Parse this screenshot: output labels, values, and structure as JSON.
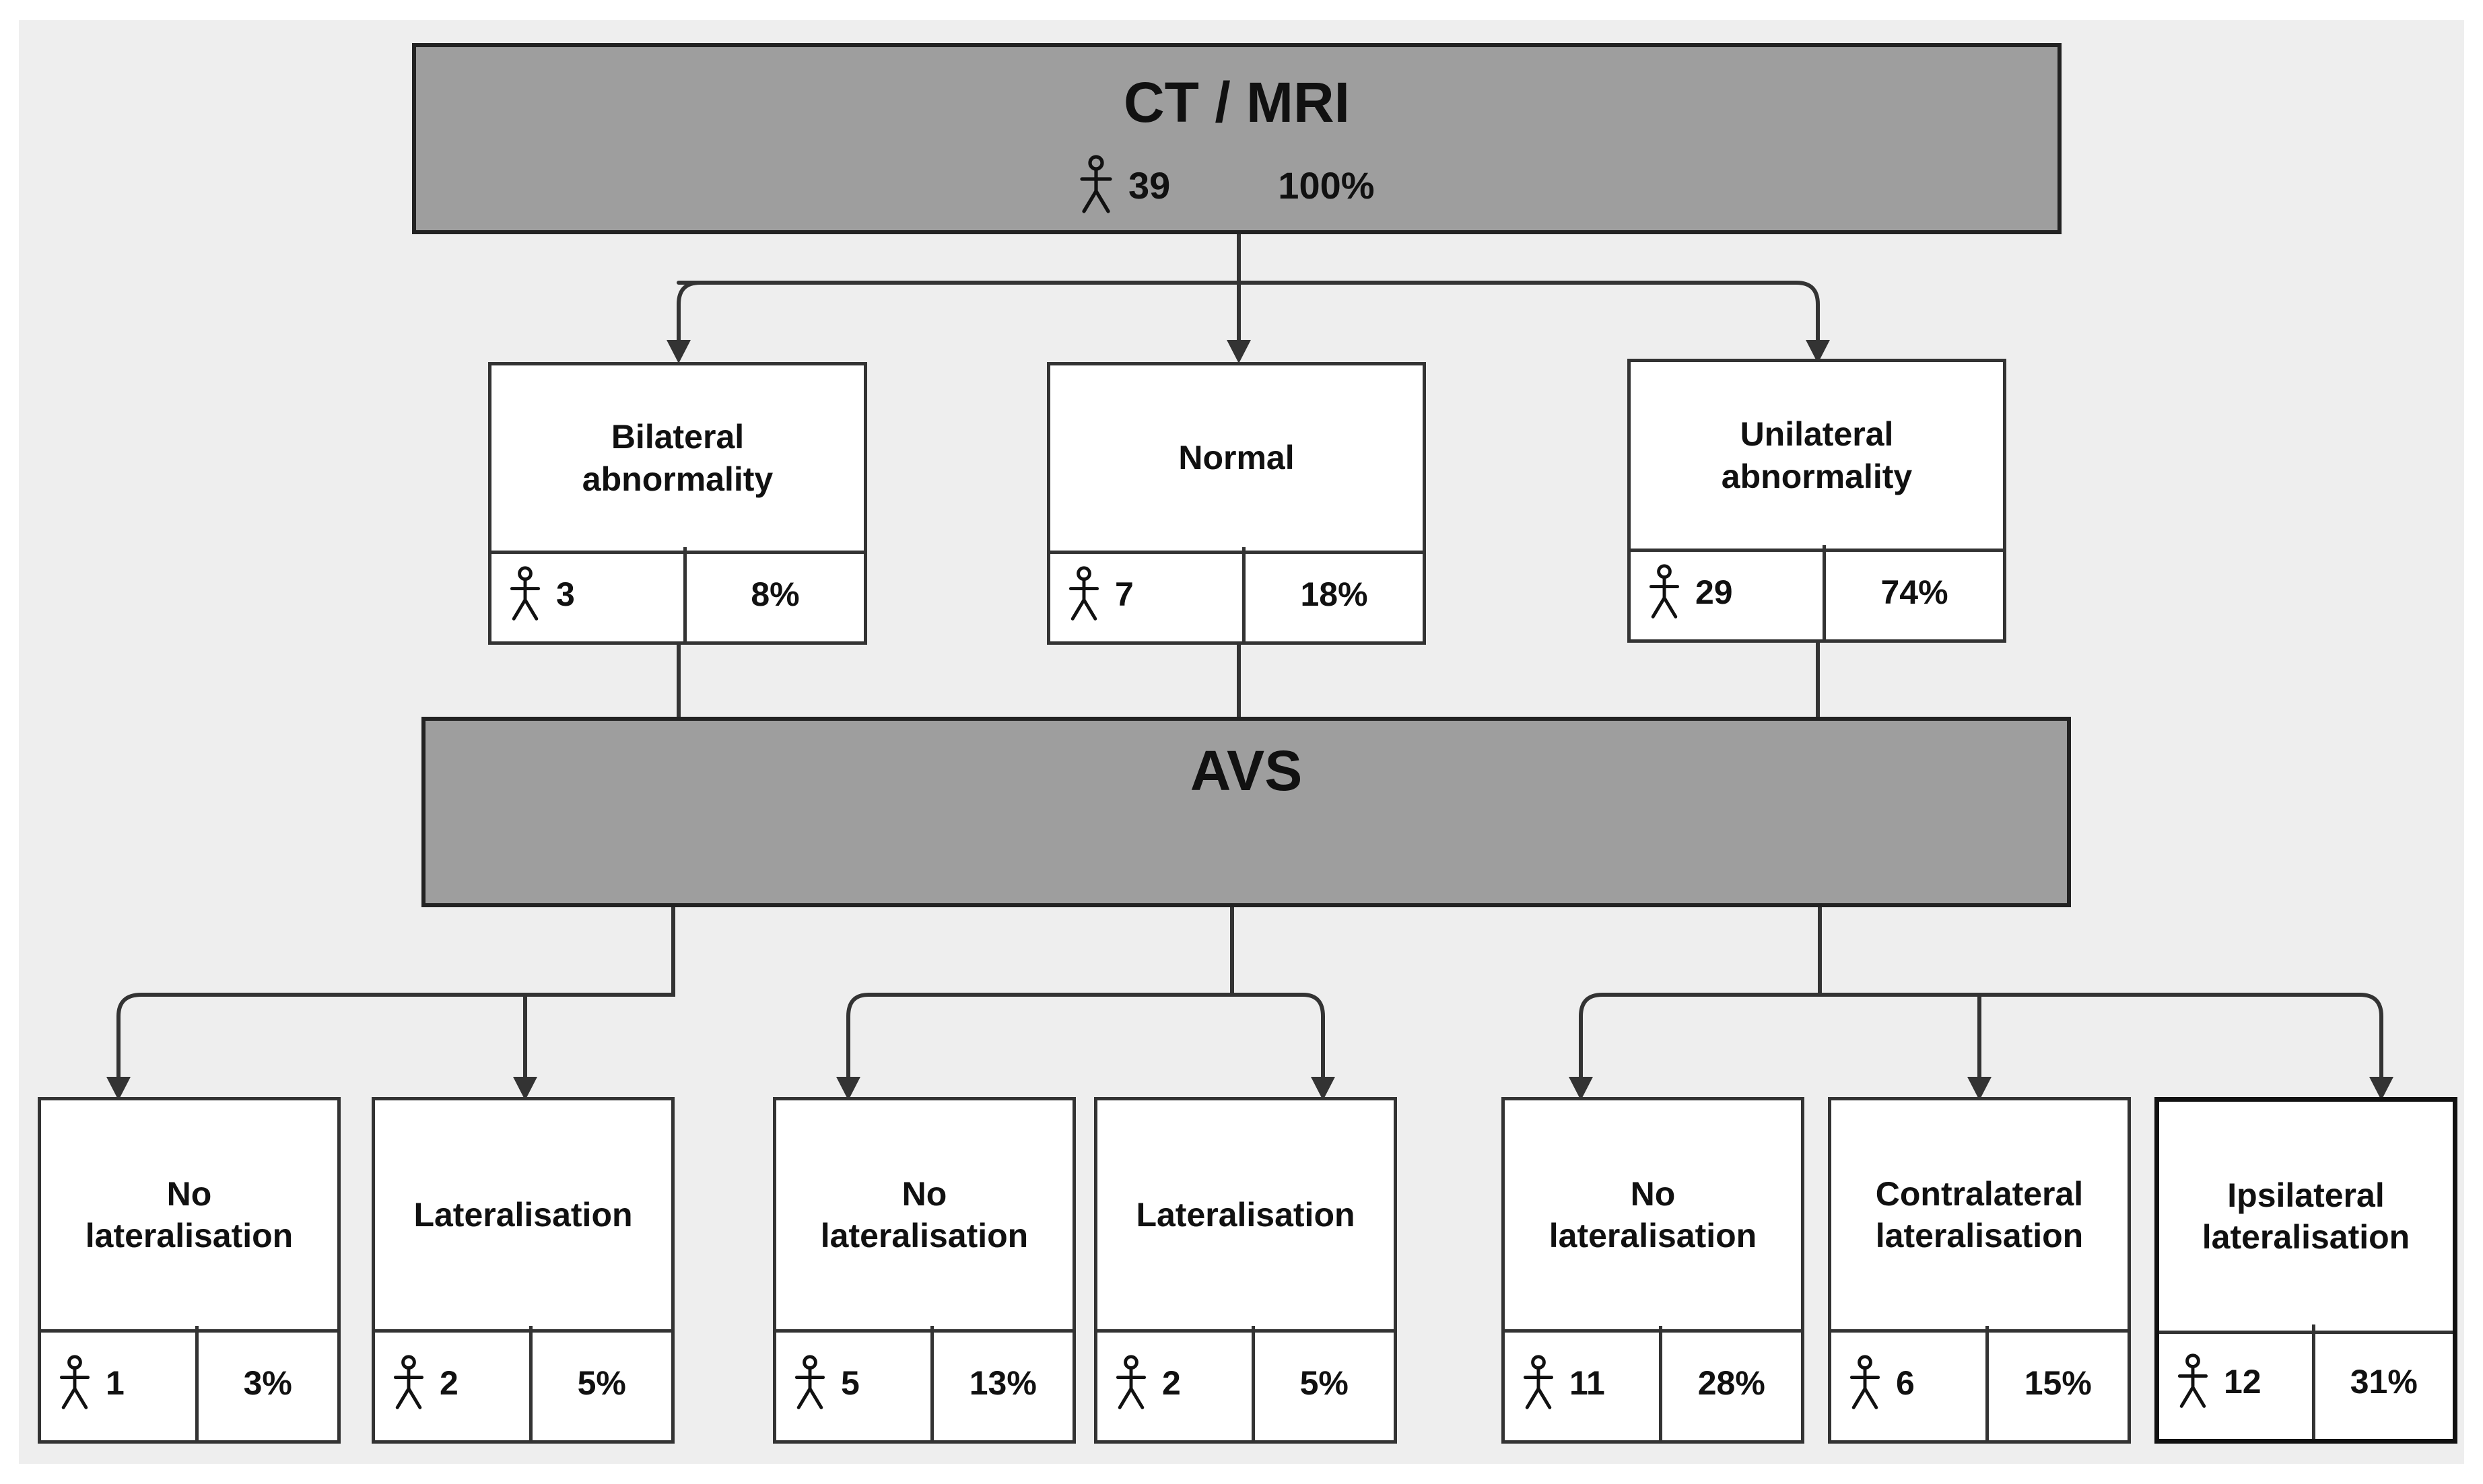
{
  "top": {
    "title": "CT / MRI",
    "count": "39",
    "percent": "100%",
    "icon": "person-icon"
  },
  "middle": [
    {
      "id": "bilateral",
      "label": "Bilateral\nabnormality",
      "count": "3",
      "percent": "8%"
    },
    {
      "id": "normal",
      "label": "Normal",
      "count": "7",
      "percent": "18%"
    },
    {
      "id": "unilateral",
      "label": "Unilateral\nabnormality",
      "count": "29",
      "percent": "74%"
    }
  ],
  "avs": {
    "title": "AVS"
  },
  "bottom": [
    {
      "label": "No\nlateralisation",
      "count": "1",
      "percent": "3%"
    },
    {
      "label": "Lateralisation",
      "count": "2",
      "percent": "5%"
    },
    {
      "label": "No\nlateralisation",
      "count": "5",
      "percent": "13%"
    },
    {
      "label": "Lateralisation",
      "count": "2",
      "percent": "5%"
    },
    {
      "label": "No\nlateralisation",
      "count": "11",
      "percent": "28%"
    },
    {
      "label": "Contralateral\nlateralisation",
      "count": "6",
      "percent": "15%"
    },
    {
      "label": "Ipsilateral\nlateralisation",
      "count": "12",
      "percent": "31%"
    }
  ],
  "colors": {
    "banner_fill": "#9e9e9e",
    "node_fill": "#ffffff",
    "background": "#eeeeee",
    "stroke": "#333333"
  }
}
